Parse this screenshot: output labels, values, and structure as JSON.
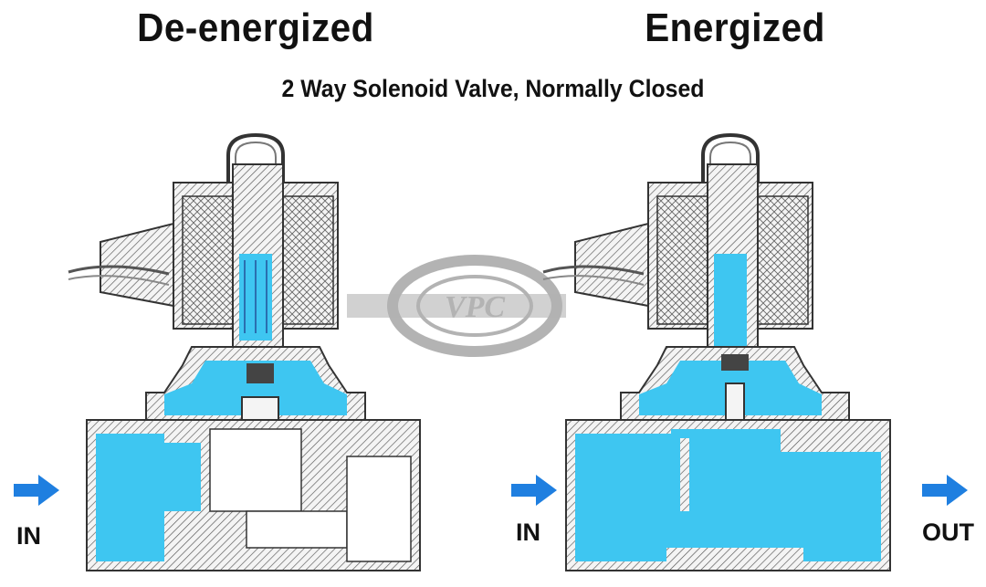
{
  "titles": {
    "left": "De-energized",
    "right": "Energized"
  },
  "subtitle": "2 Way Solenoid Valve, Normally Closed",
  "labels": {
    "in_left": "IN",
    "in_right": "IN",
    "out_right": "OUT"
  },
  "watermark": {
    "text": "VPC"
  },
  "colors": {
    "fluid": "#3ec6f1",
    "arrow": "#1f7fe0",
    "hatch": "#555555",
    "body": "#f4f4f4",
    "watermark": "#9a9a9a"
  }
}
